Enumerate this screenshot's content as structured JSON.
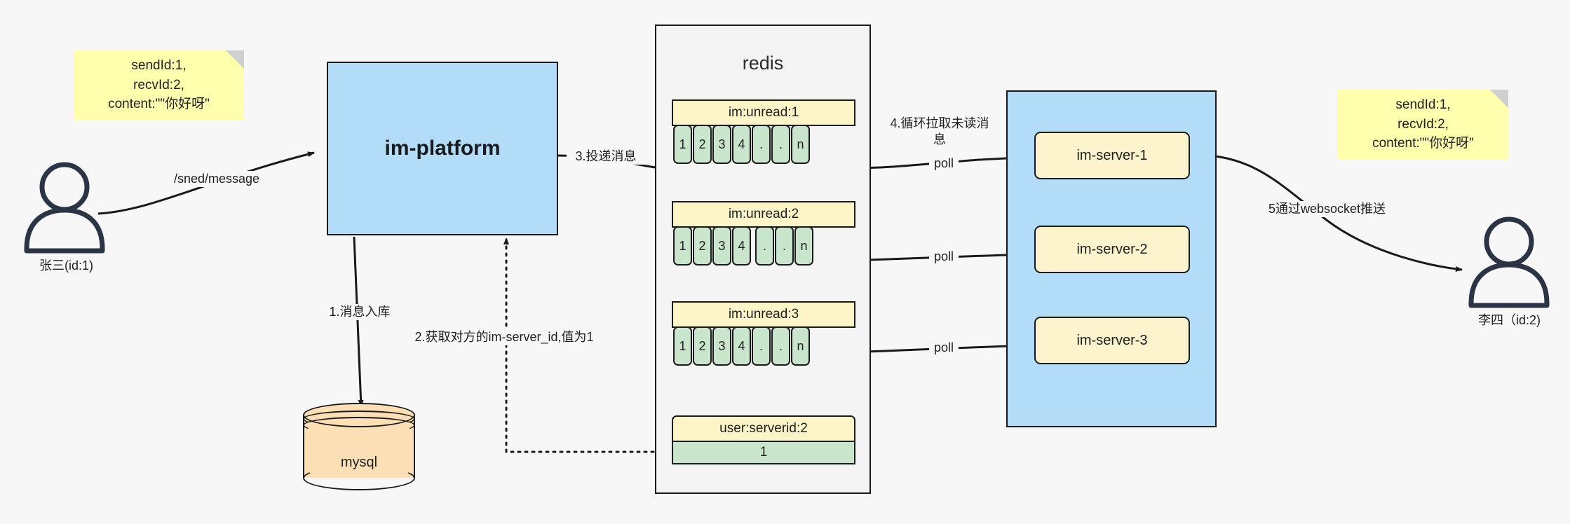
{
  "diagram": {
    "title": "IM message delivery architecture",
    "colors": {
      "background": "#f7f7f7",
      "note": "#ffffad",
      "blue": "#b3dcf9",
      "green": "#c9e6cd",
      "yellow": "#fdf4c8",
      "orange": "#fcdfb5",
      "stroke": "#1a1a1a"
    }
  },
  "notes": {
    "left": "sendId:1,\nrecvId:2,\ncontent:\"\"你好呀\"",
    "right": "sendId:1,\nrecvId:2,\ncontent:\"\"你好呀\""
  },
  "actors": {
    "sender": {
      "label": "张三(id:1)",
      "icon": "user-icon"
    },
    "receiver": {
      "label": "李四（id:2)",
      "icon": "user-icon"
    }
  },
  "platform": {
    "label": "im-platform"
  },
  "database": {
    "label": "mysql"
  },
  "redis": {
    "title": "redis",
    "keys": [
      {
        "name": "im:unread:1",
        "cells": [
          "1",
          "2",
          "3",
          "4",
          ".",
          ".",
          "n"
        ]
      },
      {
        "name": "im:unread:2",
        "cells": [
          "1",
          "2",
          "3",
          "4",
          ".",
          ".",
          "n"
        ]
      },
      {
        "name": "im:unread:3",
        "cells": [
          "1",
          "2",
          "3",
          "4",
          ".",
          ".",
          "n"
        ]
      }
    ],
    "serverid": {
      "name": "user:serverid:2",
      "value": "1"
    }
  },
  "servers": [
    {
      "label": "im-server-1"
    },
    {
      "label": "im-server-2"
    },
    {
      "label": "im-server-3"
    }
  ],
  "edges": {
    "send_message": "/sned/message",
    "step1": "1.消息入库",
    "step2": "2.获取对方的im-server_id,值为1",
    "step3": "3.投递消息",
    "step4": "4.循环拉取未读消\n息",
    "step5": "5通过websocket推送",
    "poll1": "poll",
    "poll2": "poll",
    "poll3": "poll"
  }
}
